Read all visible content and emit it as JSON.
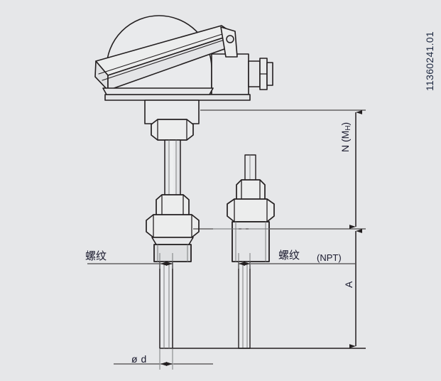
{
  "drawing": {
    "title": "Temperature sensor assembly dimensional drawing",
    "background_color": "#e6e7e9",
    "line_color": "#231f20",
    "thin_line_color": "#6f7072",
    "text_color": "#1a1a2e"
  },
  "labels": {
    "thread_left": "螺纹",
    "thread_right": "螺纹",
    "npt": "(NPT)",
    "dimension_n": "N (M",
    "dimension_n_sub": "H",
    "dimension_n_close": ")",
    "dimension_a": "A",
    "diameter": "ø d"
  },
  "document": {
    "number": "11360241.01"
  },
  "components": {
    "connection_head": "connection-head-with-hinged-lid",
    "cable_gland": "cable-entry-gland",
    "neck_tube": "extension-neck-tube",
    "hex_nut_upper": "upper-hex-nut",
    "hex_nut_lower": "lower-hex-nut",
    "process_connection": "threaded-process-connection",
    "probe_stem": "probe-stem",
    "npt_fitting": "npt-threaded-fitting-detail"
  },
  "dimensions": {
    "n_mh": {
      "label": "N (M_H)",
      "description": "Neck length from head base to process connection face"
    },
    "a": {
      "label": "A",
      "description": "Insertion length below process connection"
    },
    "d": {
      "label": "ø d",
      "description": "Probe stem diameter"
    }
  }
}
